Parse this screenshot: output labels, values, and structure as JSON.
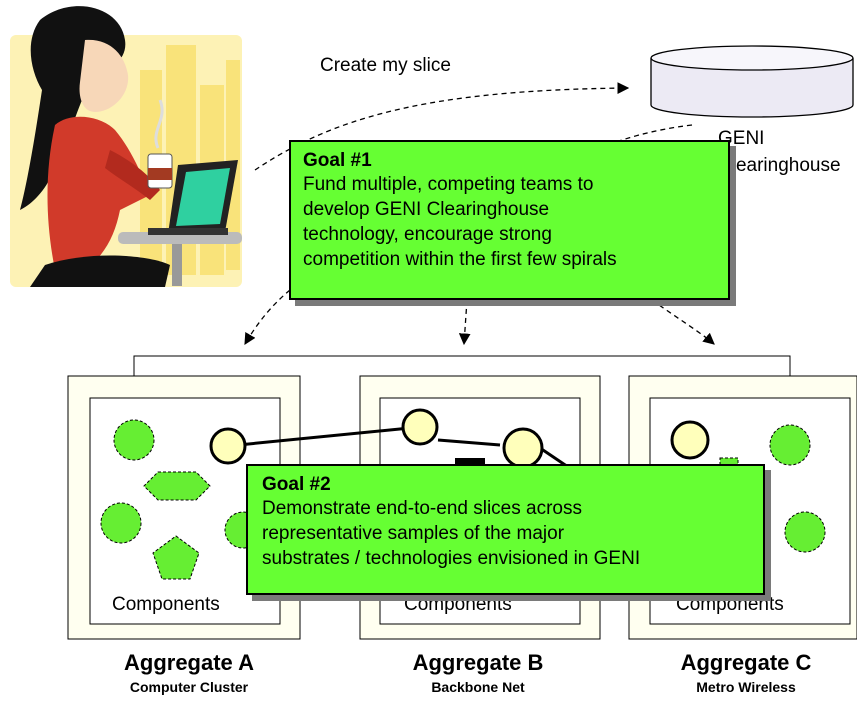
{
  "request_label": "Create my slice",
  "clearinghouse": {
    "line1": "GENI",
    "line2": "Clearinghouse"
  },
  "goal1": {
    "title": "Goal #1",
    "body": "Fund multiple, competing teams to\ndevelop GENI Clearinghouse\ntechnology, encourage strong\ncompetition within the first few spirals"
  },
  "goal2": {
    "title": "Goal #2",
    "body": "Demonstrate end-to-end slices across\nrepresentative samples of the major\nsubstrates / technologies envisioned in GENI"
  },
  "aggregates": [
    {
      "name": "Aggregate A",
      "type": "Computer Cluster",
      "components_label": "Components"
    },
    {
      "name": "Aggregate B",
      "type": "Backbone Net",
      "components_label": "Components"
    },
    {
      "name": "Aggregate C",
      "type": "Metro Wireless",
      "components_label": "Components"
    }
  ],
  "colors": {
    "goal_fill": "#66ff33",
    "component_fill": "#66ee33",
    "node_fill": "#ffffbb",
    "aggregate_fill": "#fffff0",
    "database_fill": "#eceaf4"
  }
}
